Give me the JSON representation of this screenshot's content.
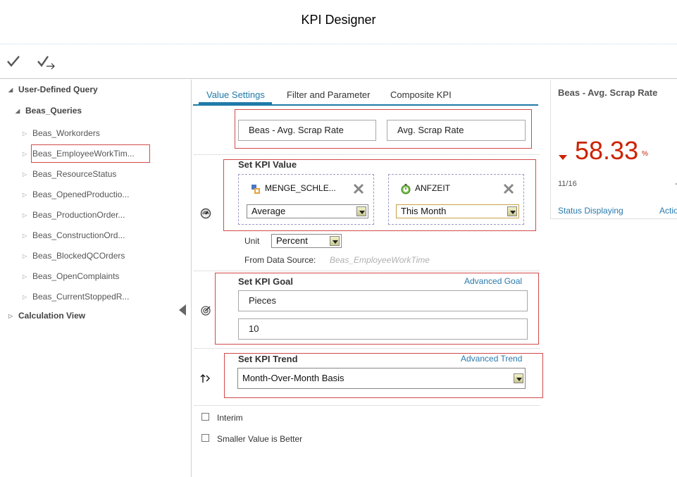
{
  "window": {
    "title": "KPI Designer"
  },
  "toolbar": {
    "confirm_icon": "checkmark-icon",
    "confirm_next_icon": "checkmark-arrow-icon"
  },
  "tree": {
    "root": "User-Defined Query",
    "group": "Beas_Queries",
    "items": [
      "Beas_Workorders",
      "Beas_EmployeeWorkTim...",
      "Beas_ResourceStatus",
      "Beas_OpenedProductio...",
      "Beas_ProductionOrder...",
      "Beas_ConstructionOrd...",
      "Beas_BlockedQCOrders",
      "Beas_OpenComplaints",
      "Beas_CurrentStoppedR..."
    ],
    "calc_view": "Calculation View"
  },
  "tabs": [
    "Value Settings",
    "Filter and Parameter",
    "Composite KPI"
  ],
  "names": {
    "name": "Beas - Avg. Scrap Rate",
    "short_name": "Avg. Scrap Rate"
  },
  "kpi_value": {
    "title": "Set KPI Value",
    "measure": {
      "label": "MENGE_SCHLE...",
      "aggregation": "Average"
    },
    "time": {
      "label": "ANFZEIT",
      "period": "This Month"
    },
    "unit_label": "Unit",
    "unit_value": "Percent",
    "source_label": "From Data Source:",
    "source_value": "Beas_EmployeeWorkTime"
  },
  "kpi_goal": {
    "title": "Set KPI Goal",
    "advanced": "Advanced Goal",
    "unit": "Pieces",
    "value": "10"
  },
  "kpi_trend": {
    "title": "Set KPI Trend",
    "advanced": "Advanced Trend",
    "basis": "Month-Over-Month Basis"
  },
  "options": {
    "interim": "Interim",
    "smaller_better": "Smaller Value is Better"
  },
  "preview": {
    "title": "Beas - Avg. Scrap Rate",
    "value": "58.33",
    "unit": "%",
    "date": "11/16",
    "dash": "-",
    "status_link": "Status Displaying",
    "action_link": "Actio"
  },
  "colors": {
    "accent": "#1f7aa8",
    "error_outline": "#d24a4a",
    "kpi_red": "#cc2200"
  }
}
